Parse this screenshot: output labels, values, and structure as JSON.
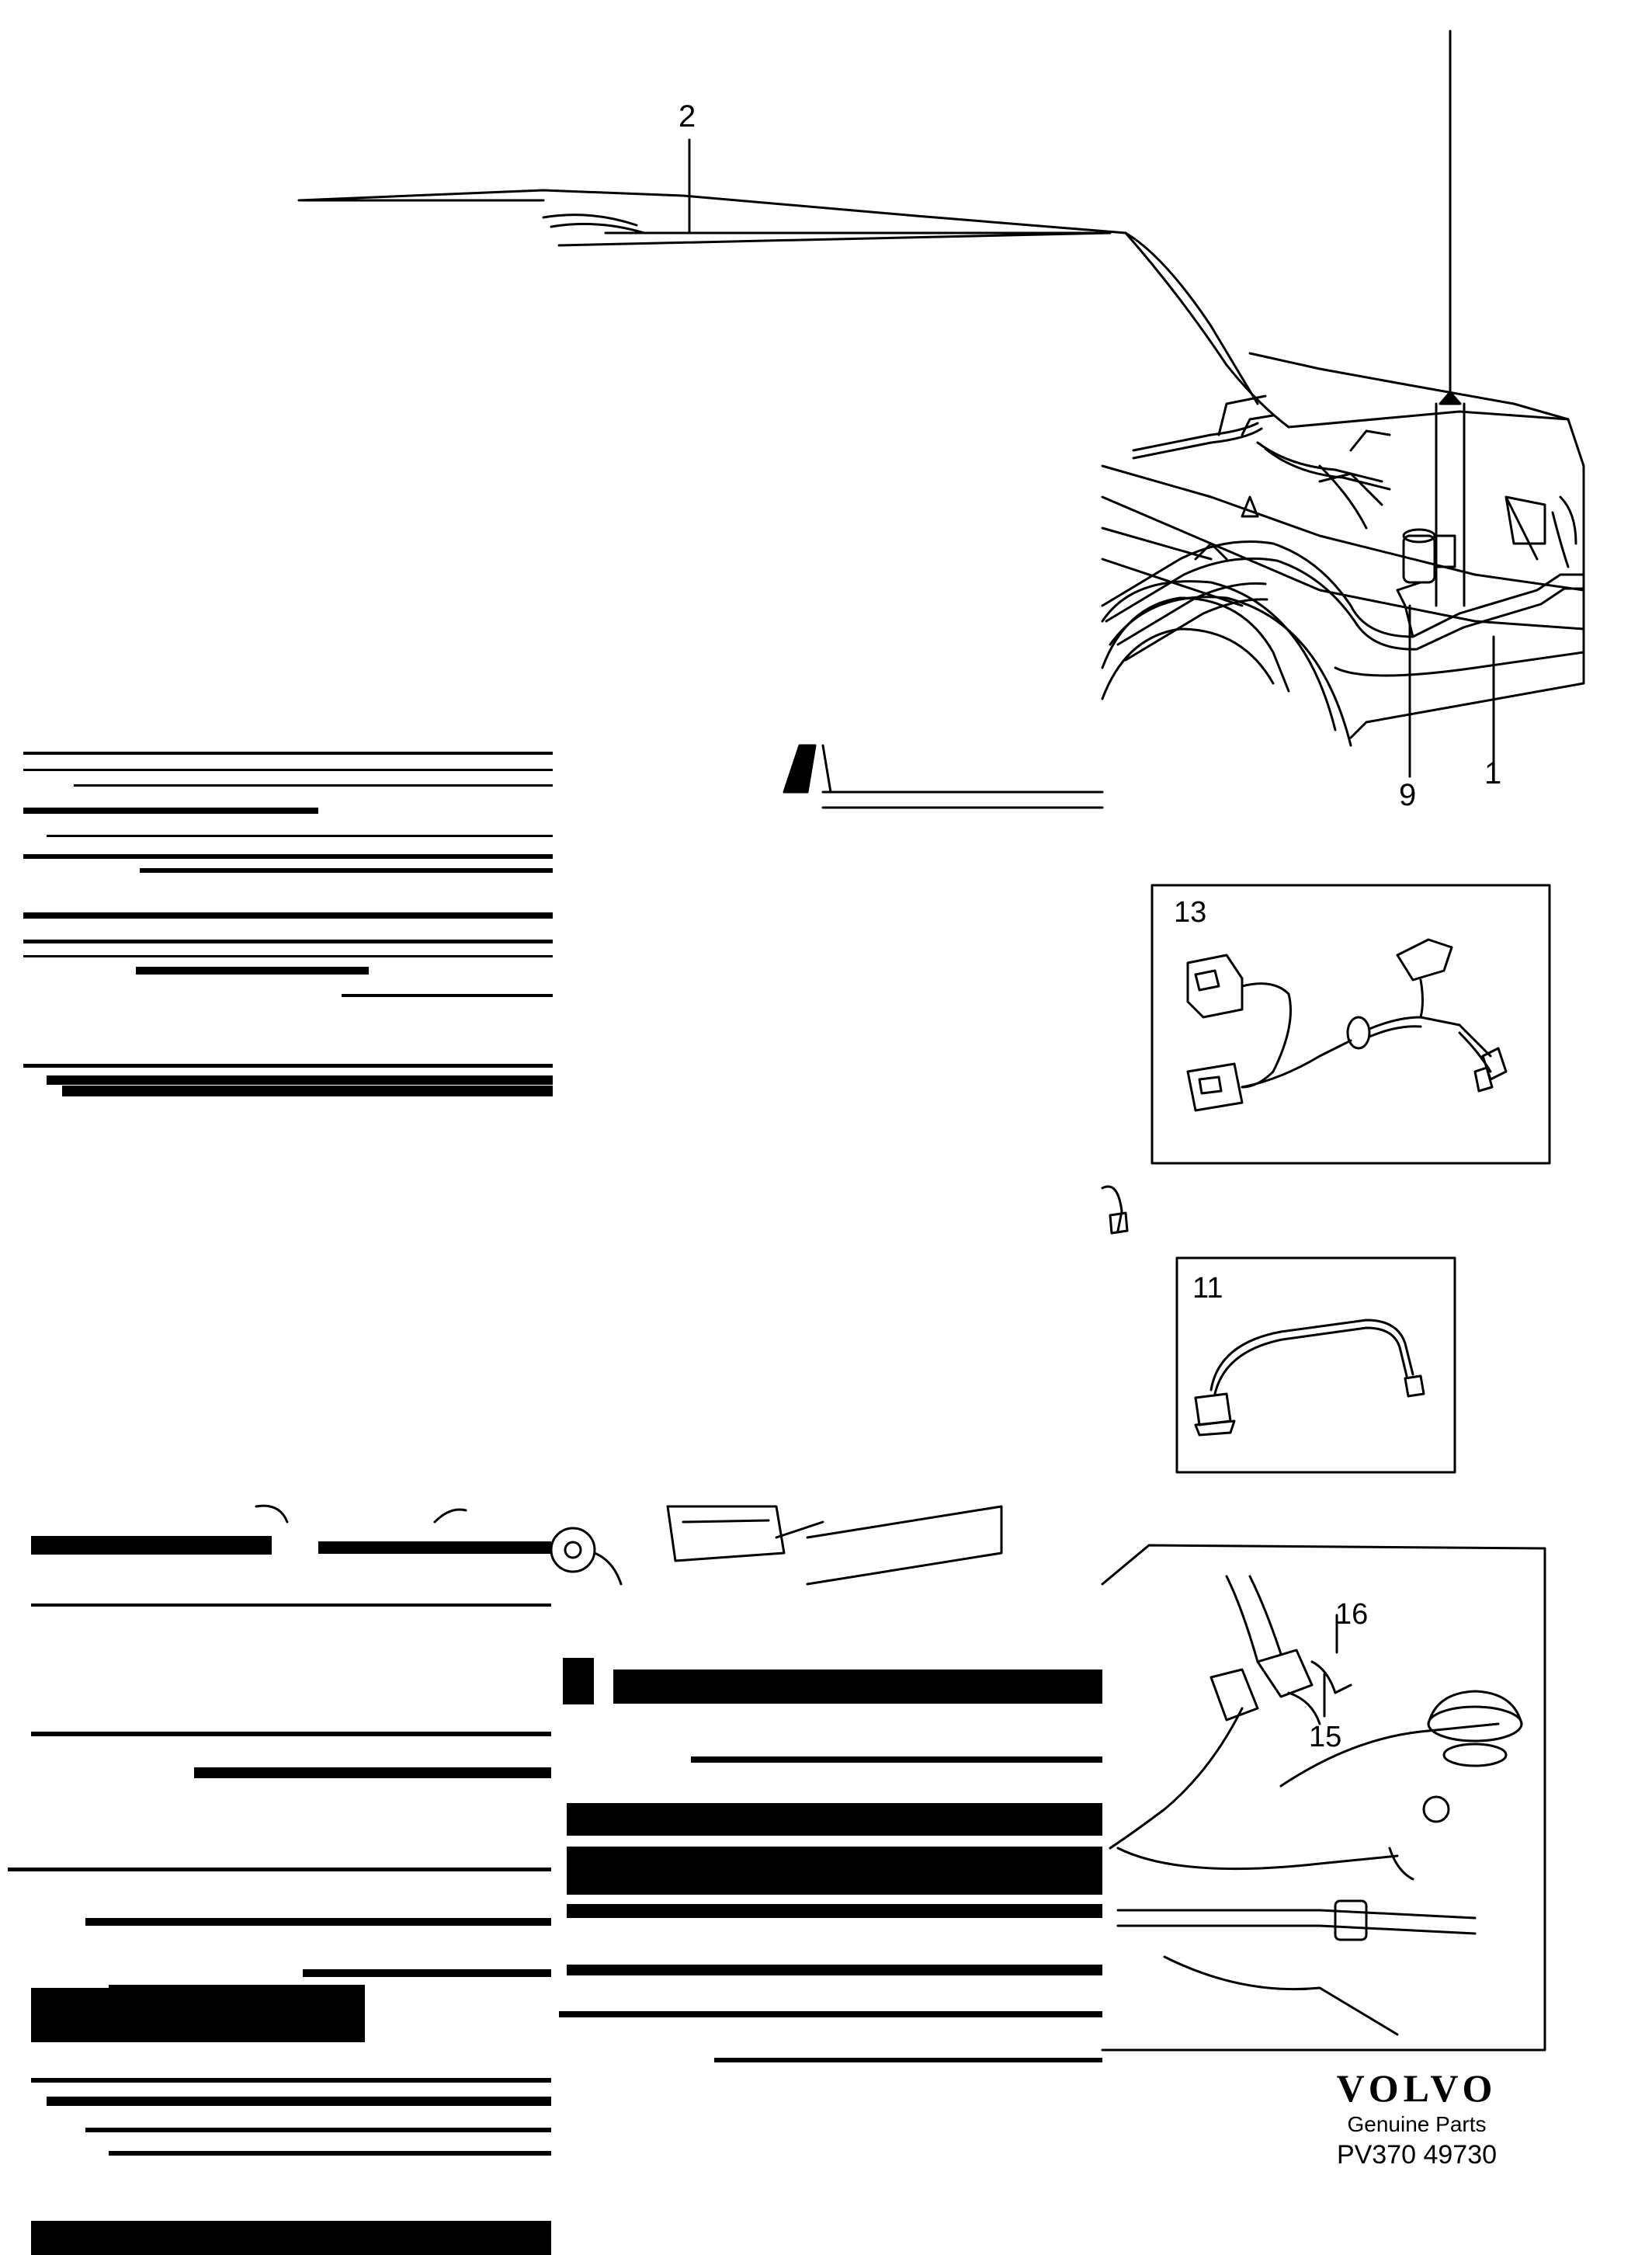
{
  "callouts": {
    "c2": "2",
    "c9": "9",
    "c1": "1",
    "c13": "13",
    "c11": "11",
    "c16": "16",
    "c15": "15"
  },
  "footer": {
    "brand": "VOLVO",
    "tagline": "Genuine Parts",
    "code": "PV370  49730"
  },
  "colors": {
    "ink": "#000000",
    "paper": "#ffffff"
  }
}
